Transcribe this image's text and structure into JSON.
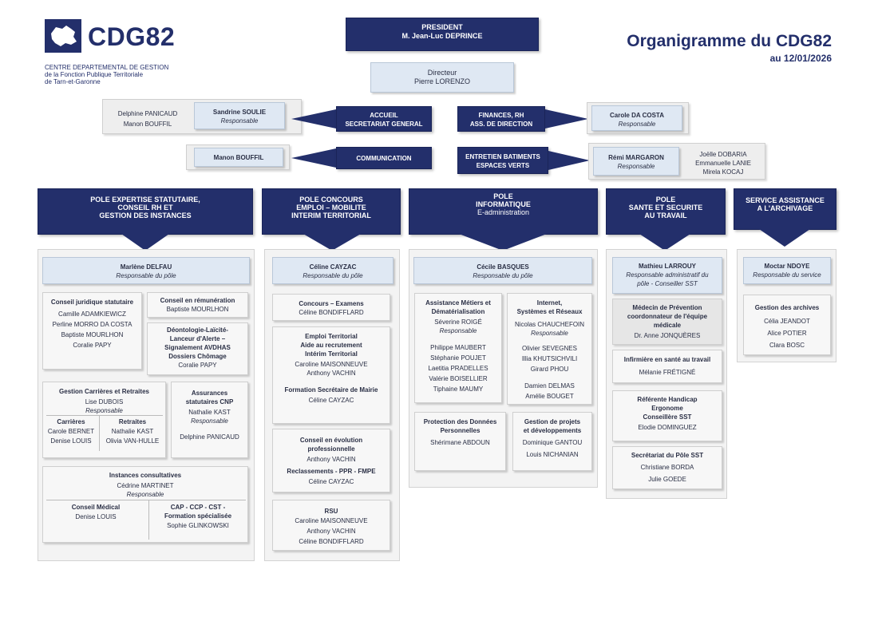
{
  "logo": {
    "text": "CDG82",
    "icon": "tarn-et-garonne-map-icon",
    "tag1": "CENTRE DEPARTEMENTAL DE GESTION",
    "tag2": "de la Fonction Publique Territoriale",
    "tag3": "de Tarn-et-Garonne"
  },
  "title": {
    "main": "Organigramme du CDG82",
    "date": "au 12/01/2026"
  },
  "colors": {
    "navy": "#232f6b",
    "light_blue": "#dfe8f3",
    "grey": "#eeeeee"
  },
  "president": {
    "role": "PRESIDENT",
    "name": "M. Jean-Luc DEPRINCE"
  },
  "directeur": {
    "role": "Directeur",
    "name": "Pierre LORENZO"
  },
  "accueil": {
    "label1": "ACCUEIL",
    "label2": "SECRETARIAT GENERAL",
    "resp_name": "Sandrine SOULIE",
    "resp_role": "Responsable",
    "staff1": "Delphine PANICAUD",
    "staff2": "Manon BOUFFIL"
  },
  "communication": {
    "label": "COMMUNICATION",
    "staff": "Manon BOUFFIL"
  },
  "finances": {
    "label1": "FINANCES, RH",
    "label2": "ASS. DE DIRECTION",
    "resp_name": "Carole DA COSTA",
    "resp_role": "Responsable"
  },
  "entretien": {
    "label1": "ENTRETIEN BATIMENTS",
    "label2": "ESPACES VERTS",
    "resp_name": "Rémi MARGARON",
    "resp_role": "Responsable",
    "staff1": "Joëlle DOBARIA",
    "staff2": "Emmanuelle LANIE",
    "staff3": "Mirela KOCAJ"
  },
  "pole1": {
    "title1": "POLE EXPERTISE STATUTAIRE,",
    "title2": "CONSEIL RH ET",
    "title3": "GESTION DES INSTANCES",
    "head_name": "Marlène DELFAU",
    "head_role": "Responsable du pôle",
    "conseil_title": "Conseil juridique statutaire",
    "conseil_staff": [
      "Camille ADAMKIEWICZ",
      "Perline MORRO DA COSTA",
      "Baptiste MOURLHON",
      "Coralie PAPY"
    ],
    "remun_title": "Conseil en rémunération",
    "remun_staff": "Baptiste MOURLHON",
    "deonto_t1": "Déontologie-Laïcité-",
    "deonto_t2": "Lanceur d'Alerte –",
    "deonto_t3": "Signalement AVDHAS",
    "deonto_t4": "Dossiers Chômage",
    "deonto_staff": "Coralie PAPY",
    "gestion_title": "Gestion Carrières et Retraites",
    "gestion_resp": "Lise DUBOIS",
    "gestion_resp_role": "Responsable",
    "carrieres_title": "Carrières",
    "carrieres_staff1": "Carole BERNET",
    "carrieres_staff2": "Denise LOUIS",
    "retraites_title": "Retraites",
    "retraites_staff1": "Nathalie KAST",
    "retraites_staff2": "Olivia VAN-HULLE",
    "assur_t1": "Assurances",
    "assur_t2": "statutaires CNP",
    "assur_resp": "Nathalie KAST",
    "assur_resp_role": "Responsable",
    "assur_staff": "Delphine PANICAUD",
    "instances_title": "Instances consultatives",
    "instances_resp": "Cédrine MARTINET",
    "instances_resp_role": "Responsable",
    "medical_title": "Conseil Médical",
    "medical_staff": "Denise LOUIS",
    "cap_t1": "CAP - CCP - CST -",
    "cap_t2": "Formation spécialisée",
    "cap_staff": "Sophie GLINKOWSKI"
  },
  "pole2": {
    "title1": "POLE CONCOURS",
    "title2": "EMPLOI – MOBILITE",
    "title3": "INTERIM TERRITORIAL",
    "head_name": "Céline CAYZAC",
    "head_role": "Responsable du pôle",
    "concours_title": "Concours – Examens",
    "concours_staff": "Céline BONDIFFLARD",
    "emploi_t1": "Emploi Territorial",
    "emploi_t2": "Aide au recrutement",
    "emploi_t3": "Intérim Territorial",
    "emploi_staff1": "Caroline MAISONNEUVE",
    "emploi_staff2": "Anthony VACHIN",
    "formation_title": "Formation Secrétaire de Mairie",
    "formation_staff": "Céline CAYZAC",
    "evol_t1": "Conseil en évolution",
    "evol_t2": "professionnelle",
    "evol_staff": "Anthony VACHIN",
    "reclass_title": "Reclassements - PPR - FMPE",
    "reclass_staff": "Céline CAYZAC",
    "rsu_title": "RSU",
    "rsu_staff1": "Caroline MAISONNEUVE",
    "rsu_staff2": "Anthony VACHIN",
    "rsu_staff3": "Céline BONDIFFLARD"
  },
  "pole3": {
    "title1": "POLE",
    "title2": "INFORMATIQUE",
    "title3": "E-administration",
    "head_name": "Cécile BASQUES",
    "head_role": "Responsable du pôle",
    "assist_t1": "Assistance Métiers et",
    "assist_t2": "Dématérialisation",
    "assist_resp": "Séverine ROIGÉ",
    "assist_resp_role": "Responsable",
    "assist_staff": [
      "Philippe MAUBERT",
      "Stéphanie POUJET",
      "Laetitia PRADELLES",
      "Valérie BOISELLIER",
      "Tiphaine MAUMY"
    ],
    "internet_t1": "Internet,",
    "internet_t2": "Systèmes et Réseaux",
    "internet_resp": "Nicolas CHAUCHEFOIN",
    "internet_resp_role": "Responsable",
    "internet_staff": [
      "Olivier SEVEGNES",
      "Illia KHUTSICHVILI",
      "Girard PHOU",
      "",
      "Damien DELMAS",
      "Amélie BOUGET"
    ],
    "protect_t1": "Protection des Données",
    "protect_t2": "Personnelles",
    "protect_staff": "Shérimane ABDOUN",
    "projets_t1": "Gestion de projets",
    "projets_t2": "et développements",
    "projets_staff1": "Dominique GANTOU",
    "projets_staff2": "Louis NICHANIAN"
  },
  "pole4": {
    "title1": "POLE",
    "title2": "SANTE ET SECURITE",
    "title3": "AU TRAVAIL",
    "head_name": "Mathieu LARROUY",
    "head_role1": "Responsable administratif du",
    "head_role2": "pôle - Conseiller SST",
    "medecin_t1": "Médecin de Prévention",
    "medecin_t2": "coordonnateur de l'équipe",
    "medecin_t3": "médicale",
    "medecin_staff": "Dr. Anne JONQUÈRES",
    "infirm_title": "Infirmière en santé au travail",
    "infirm_staff": "Mélanie FRÉTIGNÉ",
    "handicap_t1": "Référente Handicap",
    "handicap_t2": "Ergonome",
    "handicap_t3": "Conseillère SST",
    "handicap_staff": "Elodie DOMINGUEZ",
    "secr_title": "Secrétariat du Pôle SST",
    "secr_staff1": "Christiane BORDA",
    "secr_staff2": "Julie GOEDE"
  },
  "pole5": {
    "title1": "SERVICE ASSISTANCE",
    "title2": "A L'ARCHIVAGE",
    "head_name": "Moctar NDOYE",
    "head_role": "Responsable du service",
    "archives_title": "Gestion des archives",
    "archives_staff": [
      "Célia JEANDOT",
      "Alice POTIER",
      "Clara BOSC"
    ]
  }
}
